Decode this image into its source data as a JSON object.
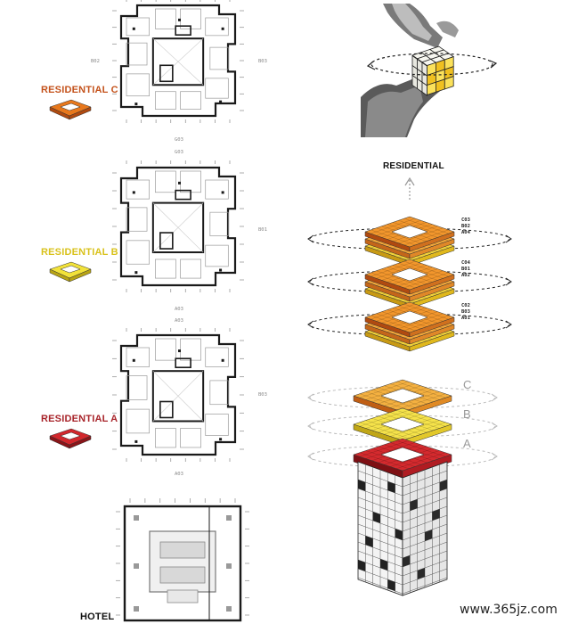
{
  "colors": {
    "residential_c": "#e5781a",
    "residential_b": "#e8d428",
    "residential_a": "#c2242c",
    "ink": "#1a1a1a"
  },
  "floors": [
    {
      "label": "RESIDENTIAL C",
      "color": "#c4521b",
      "code_top": "",
      "code_left": "B02",
      "code_right": "B03",
      "code_bottom": "G03"
    },
    {
      "label": "RESIDENTIAL B",
      "color": "#d9c21c",
      "code_top": "G03",
      "code_left": "",
      "code_right": "B01",
      "code_bottom": "A03"
    },
    {
      "label": "RESIDENTIAL A",
      "color": "#a8242a",
      "code_top": "A03",
      "code_left": "",
      "code_right": "B03",
      "code_bottom": "A03"
    },
    {
      "label": "HOTEL",
      "color": "#111111",
      "code_top": "",
      "code_left": "",
      "code_right": "",
      "code_bottom": ""
    }
  ],
  "residential_title": "RESIDENTIAL",
  "stack_codes": [
    [
      "C03",
      "B02",
      "A04"
    ],
    [
      "C04",
      "B01",
      "A02"
    ],
    [
      "C02",
      "B03",
      "A01"
    ]
  ],
  "abc_letters": [
    "C",
    "B",
    "A"
  ],
  "watermark": "www.365jz.com"
}
